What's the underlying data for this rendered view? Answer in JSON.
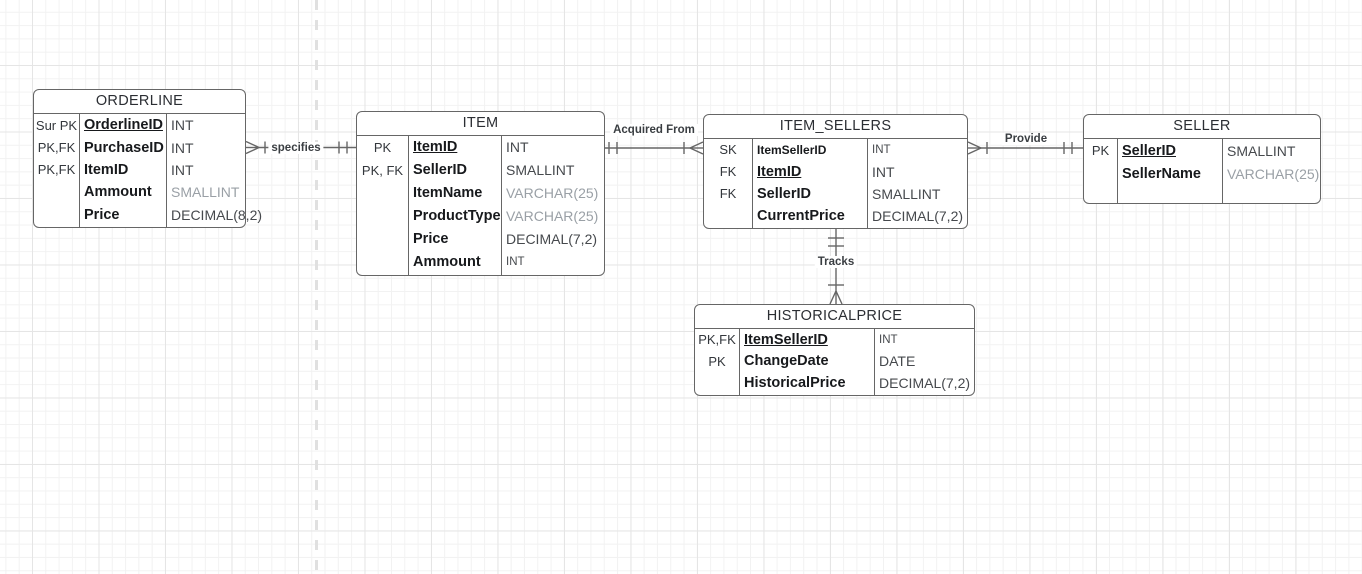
{
  "canvas": {
    "background": "#ffffff",
    "grid_minor_color": "#f2f2f2",
    "grid_major_color": "#e5e5e5",
    "page_break_color": "#e0e0e0",
    "stroke_color": "#666666"
  },
  "diagram_type": "entity-relationship",
  "tables": [
    {
      "id": "orderline",
      "title": "ORDERLINE",
      "rows": [
        {
          "key": "Sur PK",
          "name": "OrderlineID",
          "type": "INT",
          "underline": true
        },
        {
          "key": "PK,FK",
          "name": "PurchaseID",
          "type": "INT"
        },
        {
          "key": "PK,FK",
          "name": "ItemID",
          "type": "INT"
        },
        {
          "key": "",
          "name": "Ammount",
          "type": "SMALLINT",
          "type_muted": true
        },
        {
          "key": "",
          "name": "Price",
          "type": "DECIMAL(8,2)"
        }
      ]
    },
    {
      "id": "item",
      "title": "ITEM",
      "rows": [
        {
          "key": "PK",
          "name": "ItemID",
          "type": "INT",
          "underline": true
        },
        {
          "key": "PK, FK",
          "name": "SellerID",
          "type": "SMALLINT"
        },
        {
          "key": "",
          "name": "ItemName",
          "type": "VARCHAR(25)",
          "type_muted": true
        },
        {
          "key": "",
          "name": "ProductType",
          "type": "VARCHAR(25)",
          "type_muted": true
        },
        {
          "key": "",
          "name": "Price",
          "type": "DECIMAL(7,2)"
        },
        {
          "key": "",
          "name": "Ammount",
          "type": "INT",
          "type_small": true
        }
      ]
    },
    {
      "id": "item_sellers",
      "title": "ITEM_SELLERS",
      "rows": [
        {
          "key": "SK",
          "name": "ItemSellerID",
          "type": "INT",
          "name_small": true,
          "type_small": true
        },
        {
          "key": "FK",
          "name": "ItemID",
          "type": "INT",
          "underline": true
        },
        {
          "key": "FK",
          "name": "SellerID",
          "type": "SMALLINT"
        },
        {
          "key": "",
          "name": "CurrentPrice",
          "type": "DECIMAL(7,2)"
        }
      ]
    },
    {
      "id": "seller",
      "title": "SELLER",
      "rows": [
        {
          "key": "PK",
          "name": "SellerID",
          "type": "SMALLINT",
          "underline": true
        },
        {
          "key": "",
          "name": "SellerName",
          "type": "VARCHAR(25)",
          "type_muted": true
        }
      ]
    },
    {
      "id": "historicalprice",
      "title": "HISTORICALPRICE",
      "rows": [
        {
          "key": "PK,FK",
          "name": "ItemSellerID",
          "type": "INT",
          "underline": true,
          "type_small": true
        },
        {
          "key": "PK",
          "name": "ChangeDate",
          "type": "DATE"
        },
        {
          "key": "",
          "name": "HistoricalPrice",
          "type": "DECIMAL(7,2)"
        }
      ]
    }
  ],
  "relationships": [
    {
      "id": "specifies",
      "label": "specifies",
      "from": "ORDERLINE",
      "to": "ITEM",
      "from_cardinality": "one or many",
      "to_cardinality": "exactly one"
    },
    {
      "id": "acquired_from",
      "label": "Acquired From",
      "from": "ITEM",
      "to": "ITEM_SELLERS",
      "from_cardinality": "exactly one",
      "to_cardinality": "one or many"
    },
    {
      "id": "provide",
      "label": "Provide",
      "from": "ITEM_SELLERS",
      "to": "SELLER",
      "from_cardinality": "one or many",
      "to_cardinality": "exactly one"
    },
    {
      "id": "tracks",
      "label": "Tracks",
      "from": "ITEM_SELLERS",
      "to": "HISTORICALPRICE",
      "from_cardinality": "exactly one",
      "to_cardinality": "one or many"
    }
  ]
}
